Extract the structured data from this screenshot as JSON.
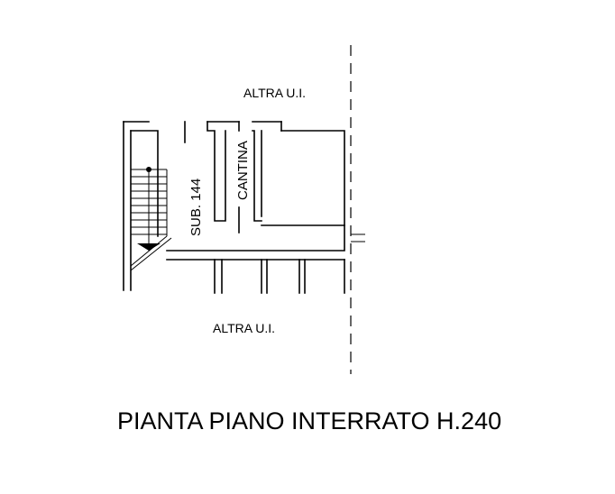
{
  "labels": {
    "altra_top": "ALTRA U.I.",
    "altra_bottom": "ALTRA U.I.",
    "sub": "SUB. 144",
    "cantina": "CANTINA",
    "title": "PIANTA PIANO INTERRATO H.240"
  },
  "colors": {
    "line": "#000000",
    "background": "#ffffff"
  }
}
